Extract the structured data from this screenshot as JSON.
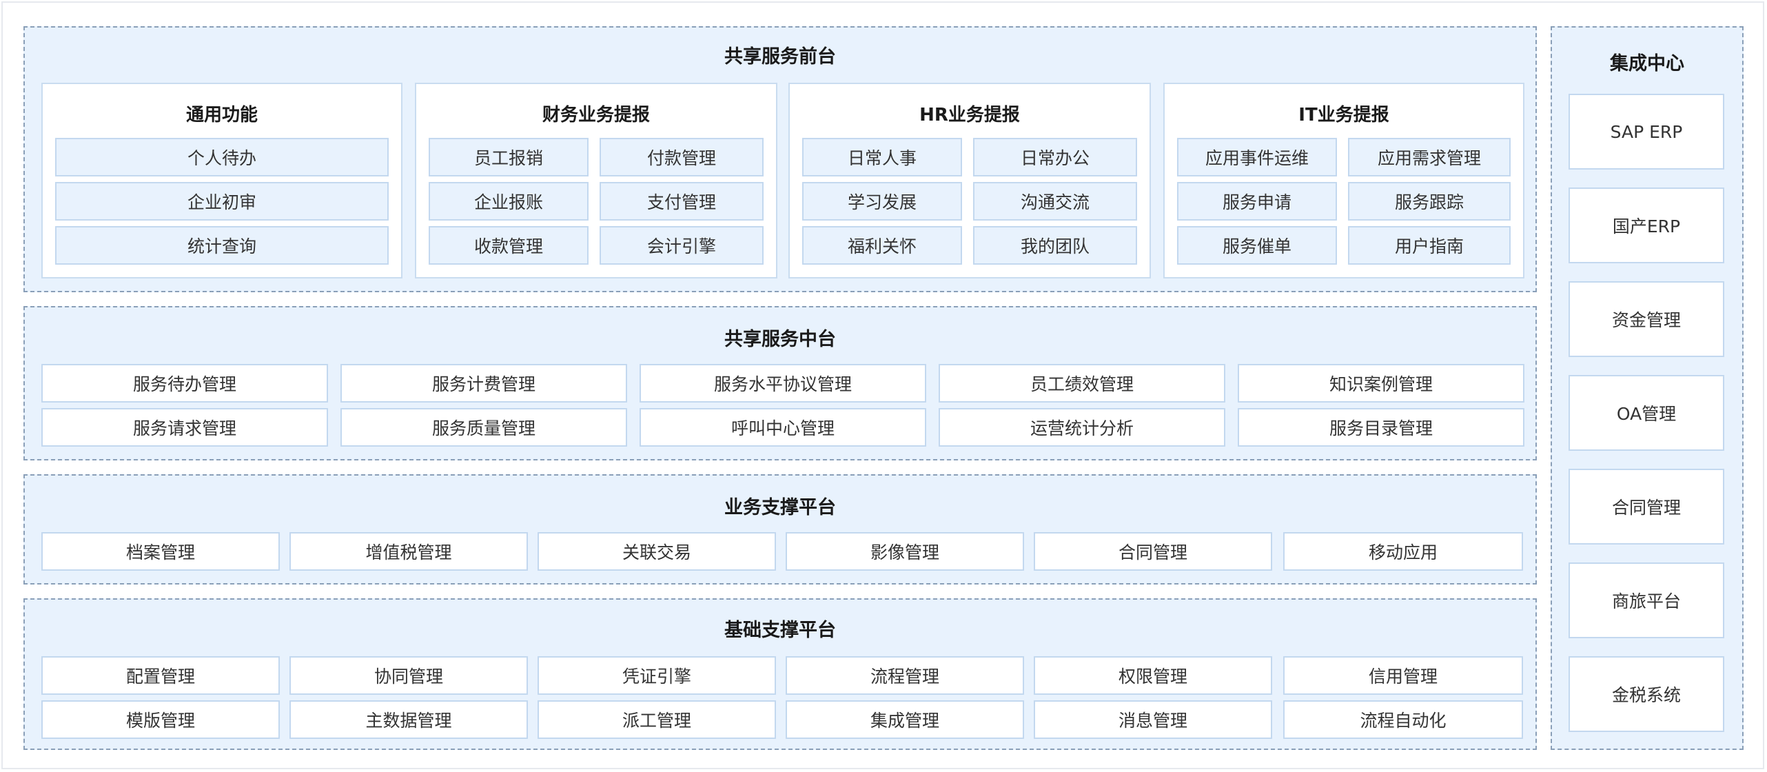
{
  "front": {
    "title": "共享服务前台",
    "general": {
      "title": "通用功能",
      "items": [
        "个人待办",
        "企业初审",
        "统计查询"
      ]
    },
    "finance": {
      "title": "财务业务提报",
      "items": [
        "员工报销",
        "付款管理",
        "企业报账",
        "支付管理",
        "收款管理",
        "会计引擎"
      ]
    },
    "hr": {
      "title": "HR业务提报",
      "items": [
        "日常人事",
        "日常办公",
        "学习发展",
        "沟通交流",
        "福利关怀",
        "我的团队"
      ]
    },
    "it": {
      "title": "IT业务提报",
      "items": [
        "应用事件运维",
        "应用需求管理",
        "服务申请",
        "服务跟踪",
        "服务催单",
        "用户指南"
      ]
    }
  },
  "middle": {
    "title": "共享服务中台",
    "items": [
      "服务待办管理",
      "服务计费管理",
      "服务水平协议管理",
      "员工绩效管理",
      "知识案例管理",
      "服务请求管理",
      "服务质量管理",
      "呼叫中心管理",
      "运营统计分析",
      "服务目录管理"
    ]
  },
  "business": {
    "title": "业务支撑平台",
    "items": [
      "档案管理",
      "增值税管理",
      "关联交易",
      "影像管理",
      "合同管理",
      "移动应用"
    ]
  },
  "base": {
    "title": "基础支撑平台",
    "items": [
      "配置管理",
      "协同管理",
      "凭证引擎",
      "流程管理",
      "权限管理",
      "信用管理",
      "模版管理",
      "主数据管理",
      "派工管理",
      "集成管理",
      "消息管理",
      "流程自动化"
    ]
  },
  "integration": {
    "title": "集成中心",
    "items": [
      "SAP ERP",
      "国产ERP",
      "资金管理",
      "OA管理",
      "合同管理",
      "商旅平台",
      "金税系统"
    ]
  }
}
